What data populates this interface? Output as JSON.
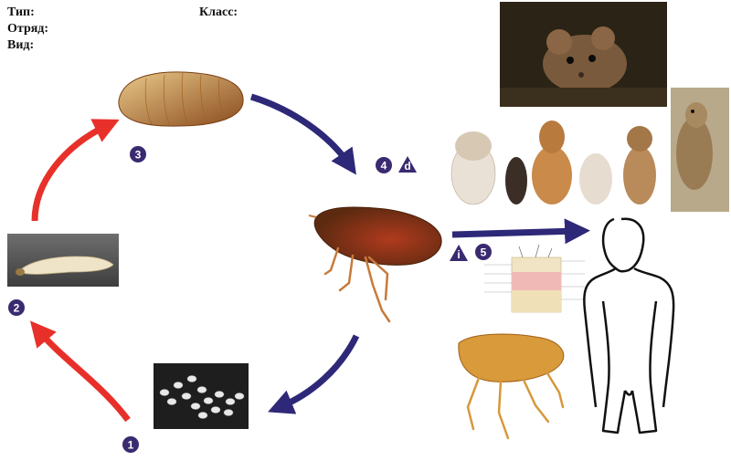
{
  "labels": {
    "type": "Тип:",
    "order": "Отряд:",
    "species": "Вид:",
    "class": "Класс:"
  },
  "badges": [
    "1",
    "2",
    "3",
    "4",
    "5"
  ],
  "markers": {
    "d": "d",
    "i": "i"
  },
  "colors": {
    "red_arrow": "#e8302a",
    "blue_arrow": "#2e2878",
    "badge": "#3a2a70"
  }
}
